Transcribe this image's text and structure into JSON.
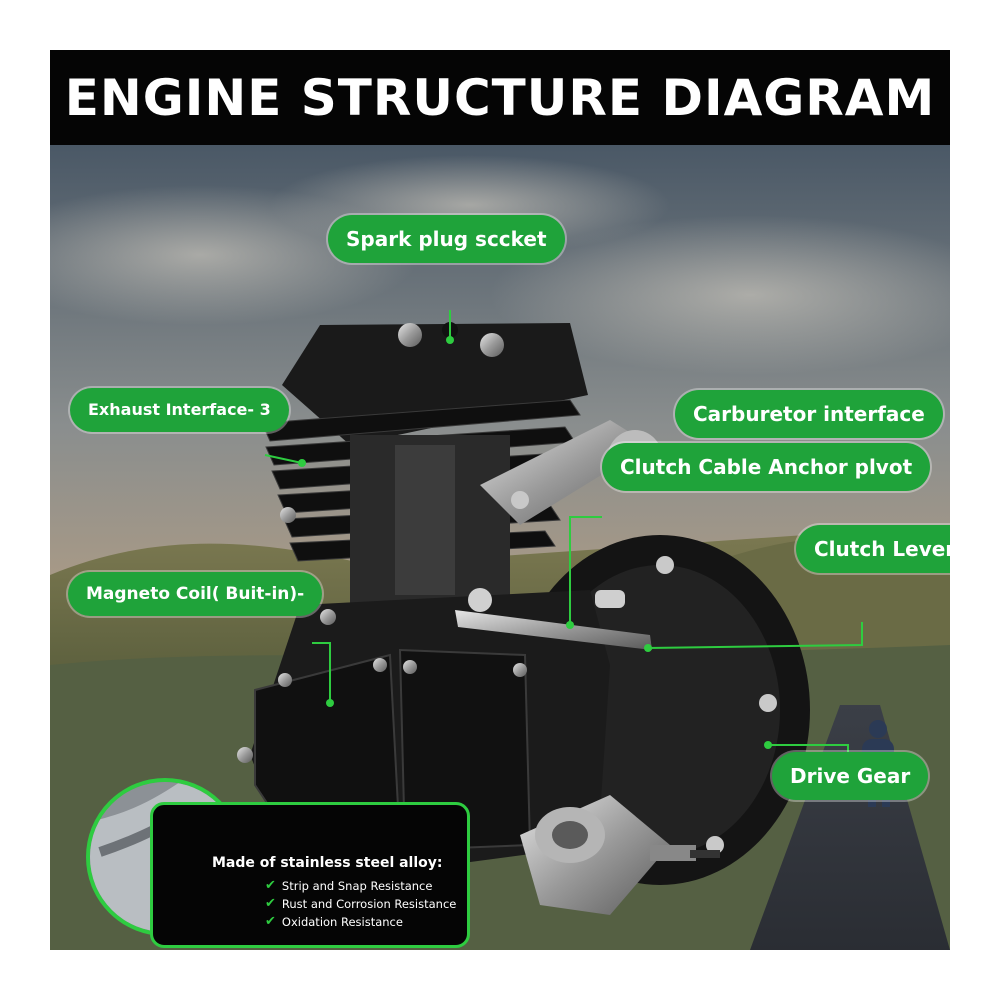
{
  "title": "ENGINE STRUCTURE DIAGRAM",
  "labels": {
    "spark_plug": "Spark plug sccket",
    "exhaust": "Exhaust Interface- 3",
    "carburetor": "Carburetor interface",
    "clutch_cable": "Clutch Cable Anchor plvot",
    "clutch_lever": "Clutch Lever",
    "magneto": "Magneto Coil( Buit-in)-",
    "drive_gear": "Drive Gear"
  },
  "callout": {
    "title": "Made of stainless steel alloy:",
    "features": [
      "Strip and Snap Resistance",
      "Rust and Corrosion Resistance",
      "Oxidation Resistance"
    ]
  },
  "colors": {
    "label_green": "#1fa33a",
    "line_green": "#2ecc40",
    "title_bg": "#050505"
  },
  "icons": [
    "checkmark-icon"
  ]
}
